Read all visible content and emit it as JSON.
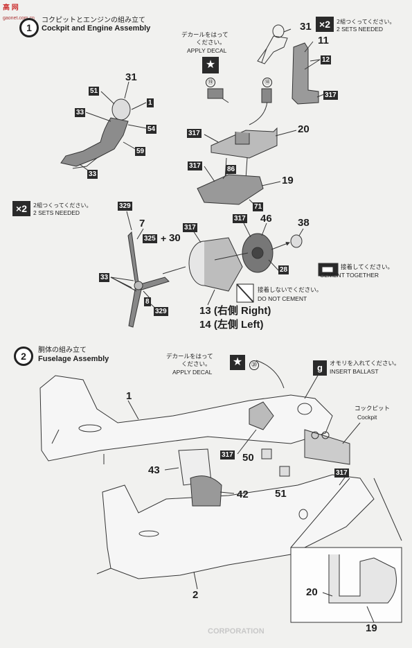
{
  "logo": {
    "text": "高 网",
    "sub": "gaonet.com.cn"
  },
  "step1": {
    "number": "1",
    "title_jp": "コクピットとエンジンの組み立て",
    "title_en": "Cockpit and Engine Assembly",
    "make2_a": {
      "badge": "×2",
      "jp": "2組つくってください。",
      "en": "2 SETS NEEDED"
    },
    "make2_b": {
      "badge": "×2",
      "jp": "2組つくってください。",
      "en": "2 SETS NEEDED"
    },
    "decal": {
      "jp1": "デカールをはって",
      "jp2": "ください。",
      "en": "APPLY DECAL",
      "n19": "⑲",
      "n18": "⑱"
    },
    "parts": {
      "p31a": "31",
      "p51": "51",
      "p1": "1",
      "p33a": "33",
      "p54": "54",
      "p59": "59",
      "p33b": "33",
      "p31b": "31",
      "p11": "11",
      "p12": "12",
      "p317a": "317",
      "p317b": "317",
      "p20": "20",
      "p317c": "317",
      "p86": "86",
      "p19": "19",
      "p71": "71",
      "p329a": "329",
      "p7": "7",
      "p317d": "317",
      "p325": "325",
      "p30": "30",
      "p33c": "33",
      "p8": "8",
      "p329b": "329",
      "p317e": "317",
      "p46": "46",
      "p38": "38",
      "p28": "28"
    },
    "nacelle_right": "13 (右側 Right)",
    "nacelle_left": "14 (左側 Left)",
    "cement": {
      "jp": "接着してください。",
      "en": "CEMENT TOGETHER"
    },
    "no_cement": {
      "jp": "接着しないでください。",
      "en": "DO NOT CEMENT"
    }
  },
  "step2": {
    "number": "2",
    "title_jp": "胴体の組み立て",
    "title_en": "Fuselage Assembly",
    "decal": {
      "jp1": "デカールをはって",
      "jp2": "ください。",
      "en": "APPLY DECAL",
      "n20": "⑳"
    },
    "ballast": {
      "jp": "オモリを入れてください。",
      "en": "INSERT BALLAST",
      "icon": "g"
    },
    "cockpit": {
      "jp": "コックピット",
      "en": "Cockpit"
    },
    "parts": {
      "p1": "1",
      "p317a": "317",
      "p50": "50",
      "p43": "43",
      "p42": "42",
      "p51": "51",
      "p317b": "317",
      "p2": "2",
      "p20": "20",
      "p19": "19"
    },
    "faint": "CORPORATION"
  }
}
